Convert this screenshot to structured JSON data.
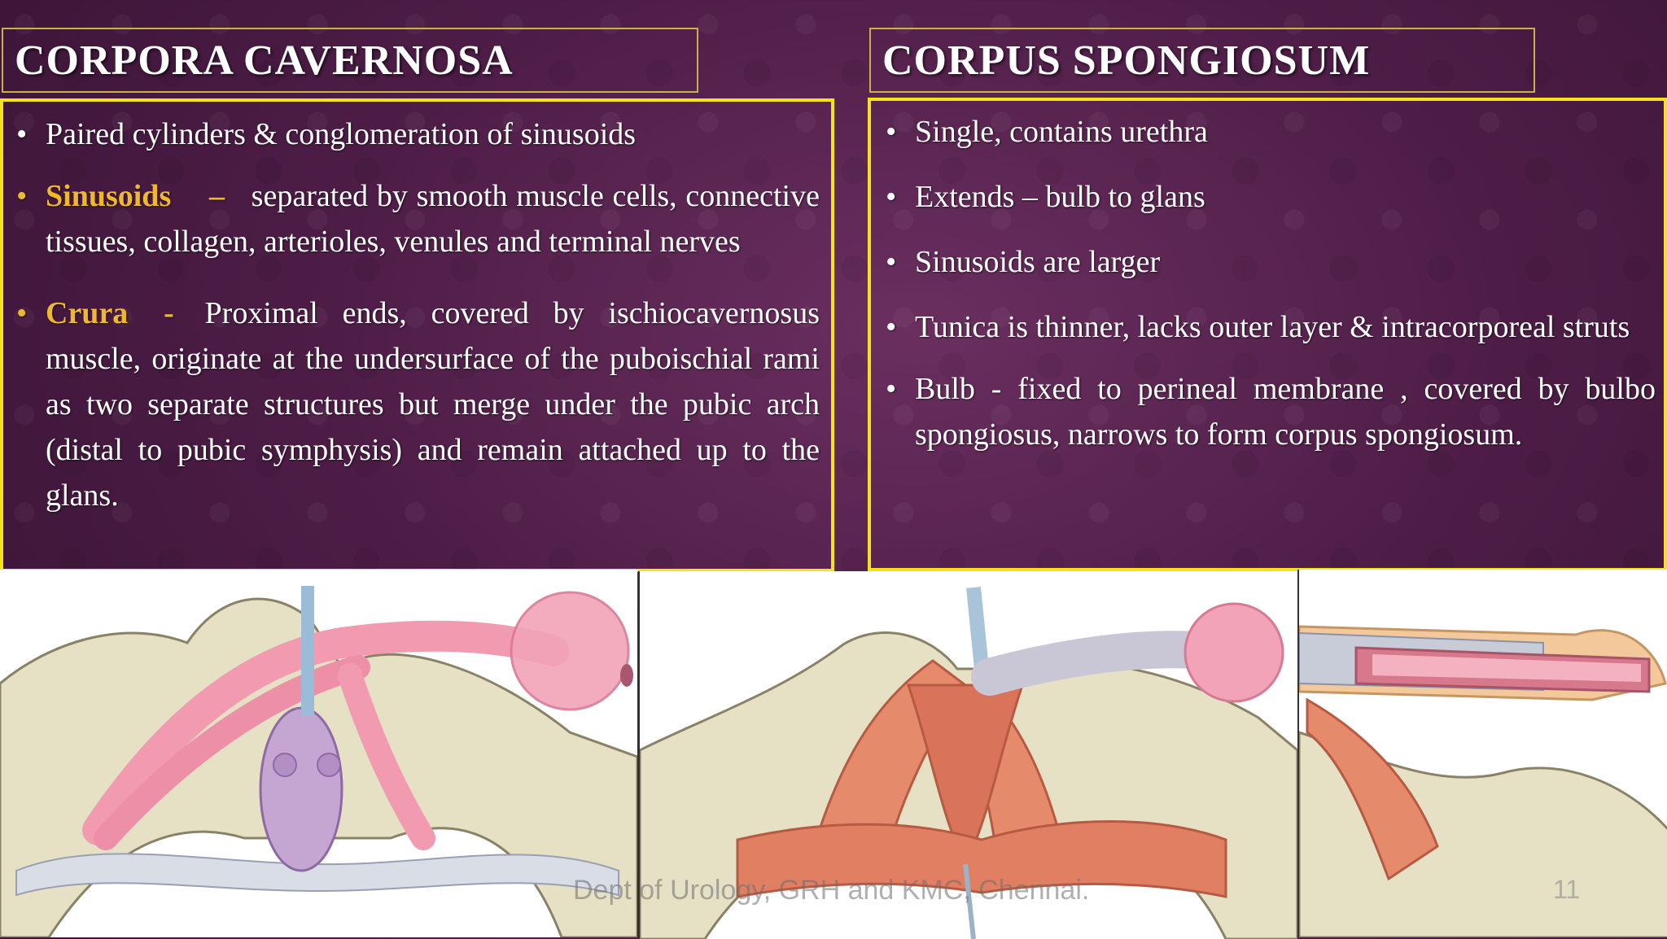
{
  "left": {
    "title": "CORPORA CAVERNOSA",
    "bullet1": "Paired cylinders &  conglomeration  of sinusoids",
    "bullet2_keyword": "Sinusoids",
    "bullet2_dash": "–",
    "bullet2_text": "separated by smooth muscle cells, connective tissues, collagen, arterioles, venules and terminal nerves",
    "bullet3_keyword": "Crura",
    "bullet3_dash": "-",
    "bullet3_text": "Proximal ends, covered by ischiocavernosus muscle, originate at the undersurface of the puboischial rami as two separate structures but merge under the pubic arch (distal to pubic symphysis) and remain attached up to the  glans."
  },
  "right": {
    "title": "CORPUS SPONGIOSUM",
    "bullets": [
      "Single, contains urethra",
      "Extends – bulb to glans",
      "Sinusoids are larger",
      "Tunica is thinner, lacks outer layer & intracorporeal struts",
      "Bulb - fixed to perineal membrane , covered by bulbo spongiosus, narrows to form corpus spongiosum."
    ]
  },
  "footer": {
    "text": "Dept of Urology, GRH and KMC, Chennai.",
    "page_number": "11"
  },
  "colors": {
    "accent_gold": "#f0b92a",
    "box_yellow": "#f4e21a",
    "title_border": "#c9b04a"
  }
}
